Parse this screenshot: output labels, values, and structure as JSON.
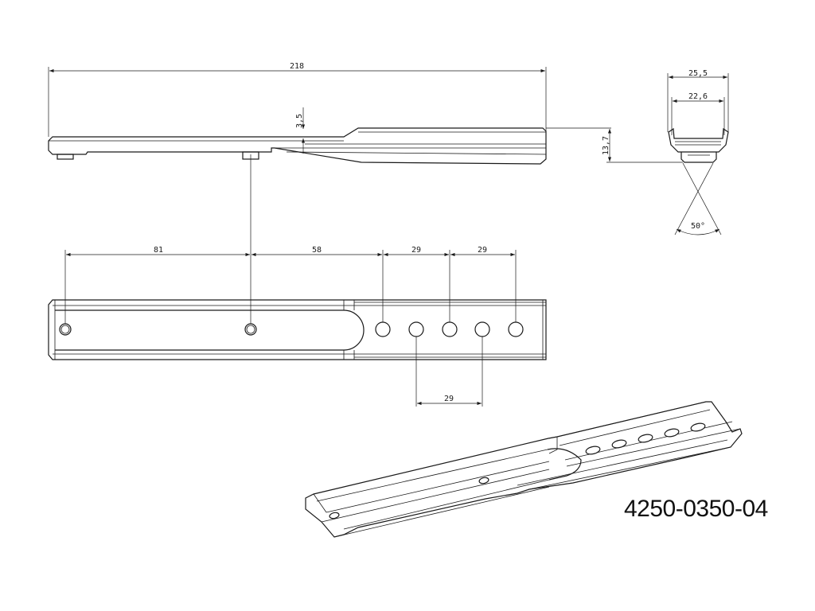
{
  "drawing": {
    "part_number": "4250-0350-04",
    "side_view": {
      "overall_length": "218",
      "step_height": "3,5"
    },
    "end_view": {
      "outer_width": "25,5",
      "inner_width": "22,6",
      "height": "13,7",
      "angle": "50°"
    },
    "top_view": {
      "spacing_1": "81",
      "spacing_2": "58",
      "spacing_3": "29",
      "spacing_4": "29",
      "lower_spacing": "29"
    }
  }
}
